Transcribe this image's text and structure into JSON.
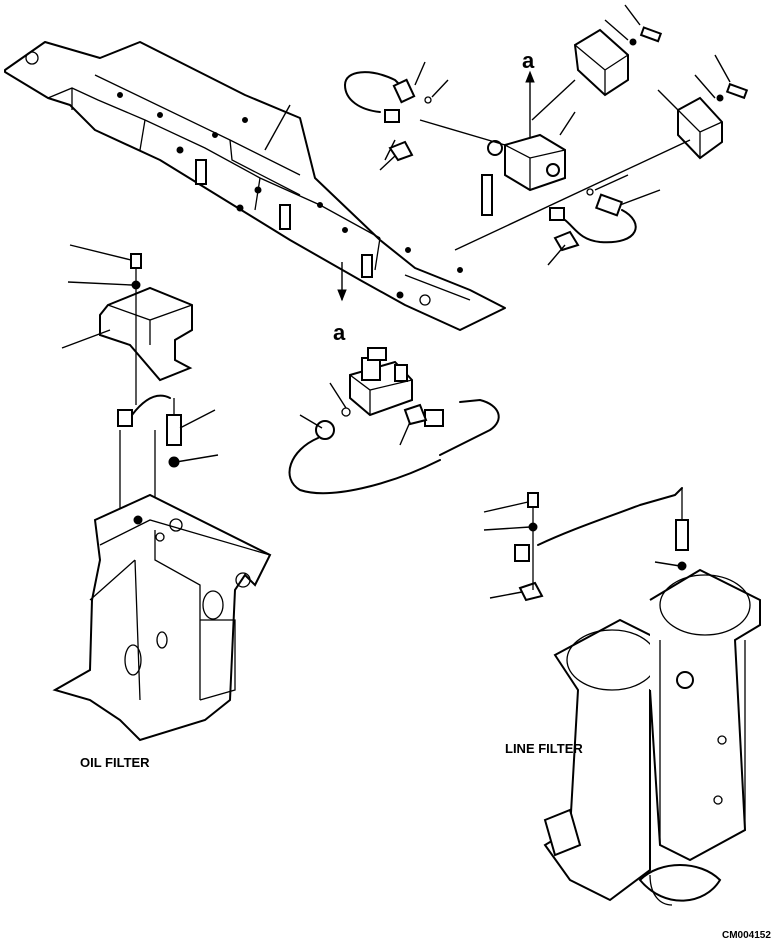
{
  "diagram": {
    "labels": {
      "oil_filter": "OIL FILTER",
      "line_filter": "LINE FILTER",
      "section_top": "a",
      "section_bottom": "a",
      "drawing_number": "CM004152"
    }
  }
}
